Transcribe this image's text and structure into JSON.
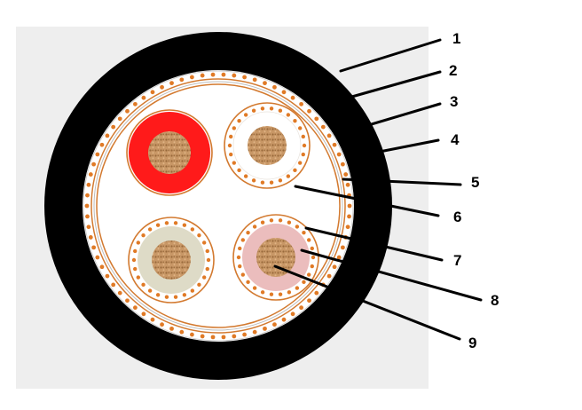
{
  "diagram": {
    "colors": {
      "background_panel": "#eeeeee",
      "outer_sheath": "#000000",
      "armour_wire": "#e07a26",
      "screen_tape": "#d37a30",
      "filler": "#ffffff",
      "conductor": "#c89766",
      "core_red": "#ff1a1a",
      "core_white": "#ffffff",
      "core_beige": "#dedbc7",
      "core_pink": "#ebbdbd"
    },
    "cores": [
      {
        "name": "core-red",
        "color_key": "core_red"
      },
      {
        "name": "core-white",
        "color_key": "core_white"
      },
      {
        "name": "core-beige",
        "color_key": "core_beige"
      },
      {
        "name": "core-pink",
        "color_key": "core_pink"
      }
    ],
    "callouts": [
      {
        "label": "1"
      },
      {
        "label": "2"
      },
      {
        "label": "3"
      },
      {
        "label": "4"
      },
      {
        "label": "5"
      },
      {
        "label": "6"
      },
      {
        "label": "7"
      },
      {
        "label": "8"
      },
      {
        "label": "9"
      }
    ]
  }
}
